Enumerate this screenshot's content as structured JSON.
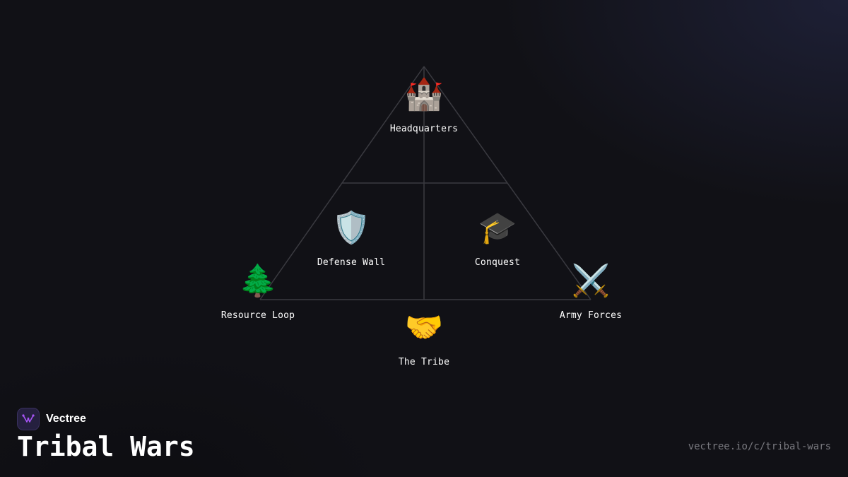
{
  "brand": {
    "name": "Vectree",
    "logo_icon": "vectree-logo-icon",
    "logo_color": "#a855f7"
  },
  "title": "Tribal Wars",
  "url": "vectree.io/c/tribal-wars",
  "diagram": {
    "line_color": "#3a3a40",
    "nodes": [
      {
        "id": "headquarters",
        "label": "Headquarters",
        "icon": "castle-icon",
        "glyph": "🏰"
      },
      {
        "id": "defense-wall",
        "label": "Defense Wall",
        "icon": "shield-icon",
        "glyph": "🛡️"
      },
      {
        "id": "conquest",
        "label": "Conquest",
        "icon": "graduation-cap-icon",
        "glyph": "🎓"
      },
      {
        "id": "resource-loop",
        "label": "Resource Loop",
        "icon": "tree-icon",
        "glyph": "🌲"
      },
      {
        "id": "army-forces",
        "label": "Army Forces",
        "icon": "crossed-swords-icon",
        "glyph": "⚔️"
      },
      {
        "id": "the-tribe",
        "label": "The Tribe",
        "icon": "handshake-icon",
        "glyph": "🤝"
      }
    ]
  }
}
